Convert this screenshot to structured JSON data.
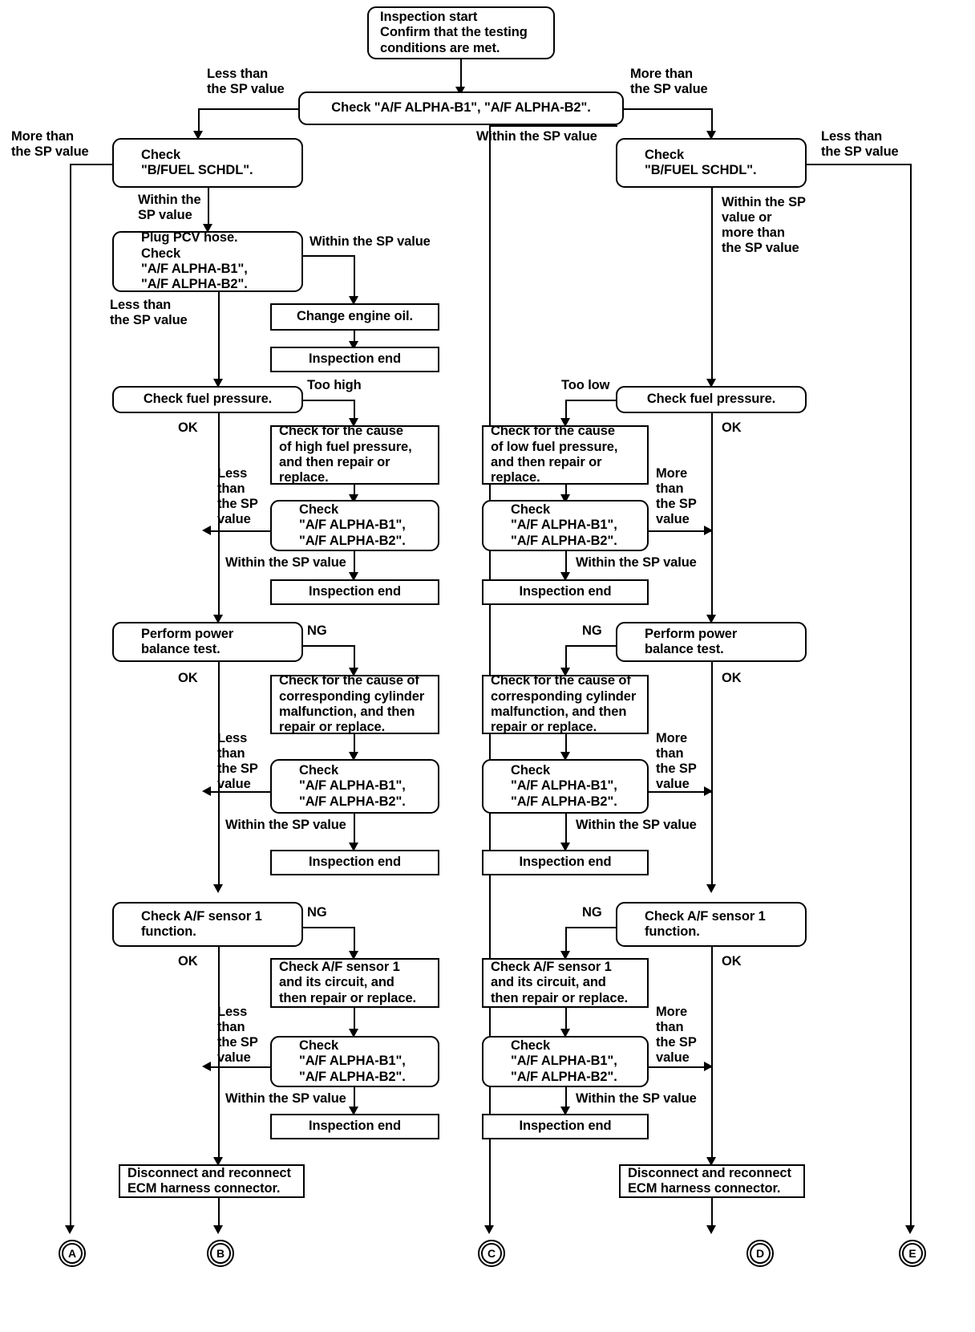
{
  "diagram": {
    "title": "A/F ALPHA fuel trim diagnostic flowchart",
    "nodes": {
      "start": "Inspection start\nConfirm that the testing\nconditions are met.",
      "check_alpha_main": "Check \"A/F ALPHA-B1\", \"A/F ALPHA-B2\".",
      "bfuel_left": "Check\n\"B/FUEL SCHDL\".",
      "bfuel_right": "Check\n\"B/FUEL SCHDL\".",
      "plug_pcv": "Plug PCV hose.\nCheck\n\"A/F ALPHA-B1\",\n\"A/F ALPHA-B2\".",
      "change_oil": "Change engine oil.",
      "insp_end_1": "Inspection end",
      "fuel_press_left": "Check fuel pressure.",
      "fuel_press_right": "Check fuel pressure.",
      "cause_high": "Check for the cause\nof high fuel pressure,\nand then repair or\nreplace.",
      "cause_low": "Check for the cause\nof low fuel pressure,\nand then repair or\nreplace.",
      "alpha_fp_left": "Check\n\"A/F ALPHA-B1\",\n\"A/F ALPHA-B2\".",
      "alpha_fp_right": "Check\n\"A/F ALPHA-B1\",\n\"A/F ALPHA-B2\".",
      "insp_end_2": "Inspection end",
      "insp_end_3": "Inspection end",
      "power_bal_left": "Perform power\nbalance test.",
      "power_bal_right": "Perform power\nbalance test.",
      "cyl_left": "Check for the cause of\ncorresponding cylinder\nmalfunction, and then\nrepair or replace.",
      "cyl_right": "Check for the cause of\ncorresponding cylinder\nmalfunction, and then\nrepair or replace.",
      "alpha_pb_left": "Check\n\"A/F ALPHA-B1\",\n\"A/F ALPHA-B2\".",
      "alpha_pb_right": "Check\n\"A/F ALPHA-B1\",\n\"A/F ALPHA-B2\".",
      "insp_end_4": "Inspection end",
      "insp_end_5": "Inspection end",
      "afs_left": "Check A/F sensor 1\nfunction.",
      "afs_right": "Check A/F sensor 1\nfunction.",
      "afs_circ_left": "Check A/F sensor 1\nand its circuit, and\nthen repair or replace.",
      "afs_circ_right": "Check A/F sensor 1\nand its circuit, and\nthen repair or replace.",
      "alpha_afs_left": "Check\n\"A/F ALPHA-B1\",\n\"A/F ALPHA-B2\".",
      "alpha_afs_right": "Check\n\"A/F ALPHA-B1\",\n\"A/F ALPHA-B2\".",
      "insp_end_6": "Inspection end",
      "insp_end_7": "Inspection end",
      "ecm_left": "Disconnect and reconnect\nECM harness connector.",
      "ecm_right": "Disconnect and reconnect\nECM harness connector."
    },
    "edge_labels": {
      "less_sp_top_left": "Less than\nthe SP value",
      "more_sp_top_right": "More than\nthe SP value",
      "more_sp_far_left": "More than\nthe SP value",
      "less_sp_far_right": "Less than\nthe SP value",
      "within_sp_left": "Within the\nSP value",
      "within_sp_center": "Within the SP value",
      "within_or_more_right": "Within the SP\nvalue or\nmore than\nthe SP value",
      "within_sp_pcv": "Within the SP value",
      "less_sp_pcv": "Less than\nthe SP value",
      "too_high": "Too high",
      "too_low": "Too low",
      "ok_fp_left": "OK",
      "ok_fp_right": "OK",
      "less_sp_stack_fp": "Less\nthan\nthe SP\nvalue",
      "more_sp_stack_fp": "More\nthan\nthe SP\nvalue",
      "within_sp_fp_left": "Within the SP value",
      "within_sp_fp_right": "Within the SP value",
      "ng_pb_left": "NG",
      "ng_pb_right": "NG",
      "ok_pb_left": "OK",
      "ok_pb_right": "OK",
      "less_sp_stack_pb": "Less\nthan\nthe SP\nvalue",
      "more_sp_stack_pb": "More\nthan\nthe SP\nvalue",
      "within_sp_pb_left": "Within the SP value",
      "within_sp_pb_right": "Within the SP value",
      "ng_afs_left": "NG",
      "ng_afs_right": "NG",
      "ok_afs_left": "OK",
      "ok_afs_right": "OK",
      "less_sp_stack_afs": "Less\nthan\nthe SP\nvalue",
      "more_sp_stack_afs": "More\nthan\nthe SP\nvalue",
      "within_sp_afs_left": "Within the SP value",
      "within_sp_afs_right": "Within the SP value"
    },
    "terminals": {
      "a": "A",
      "b": "B",
      "c": "C",
      "d": "D",
      "e": "E"
    },
    "colors": {
      "line": "#000000",
      "fill": "#ffffff"
    }
  }
}
